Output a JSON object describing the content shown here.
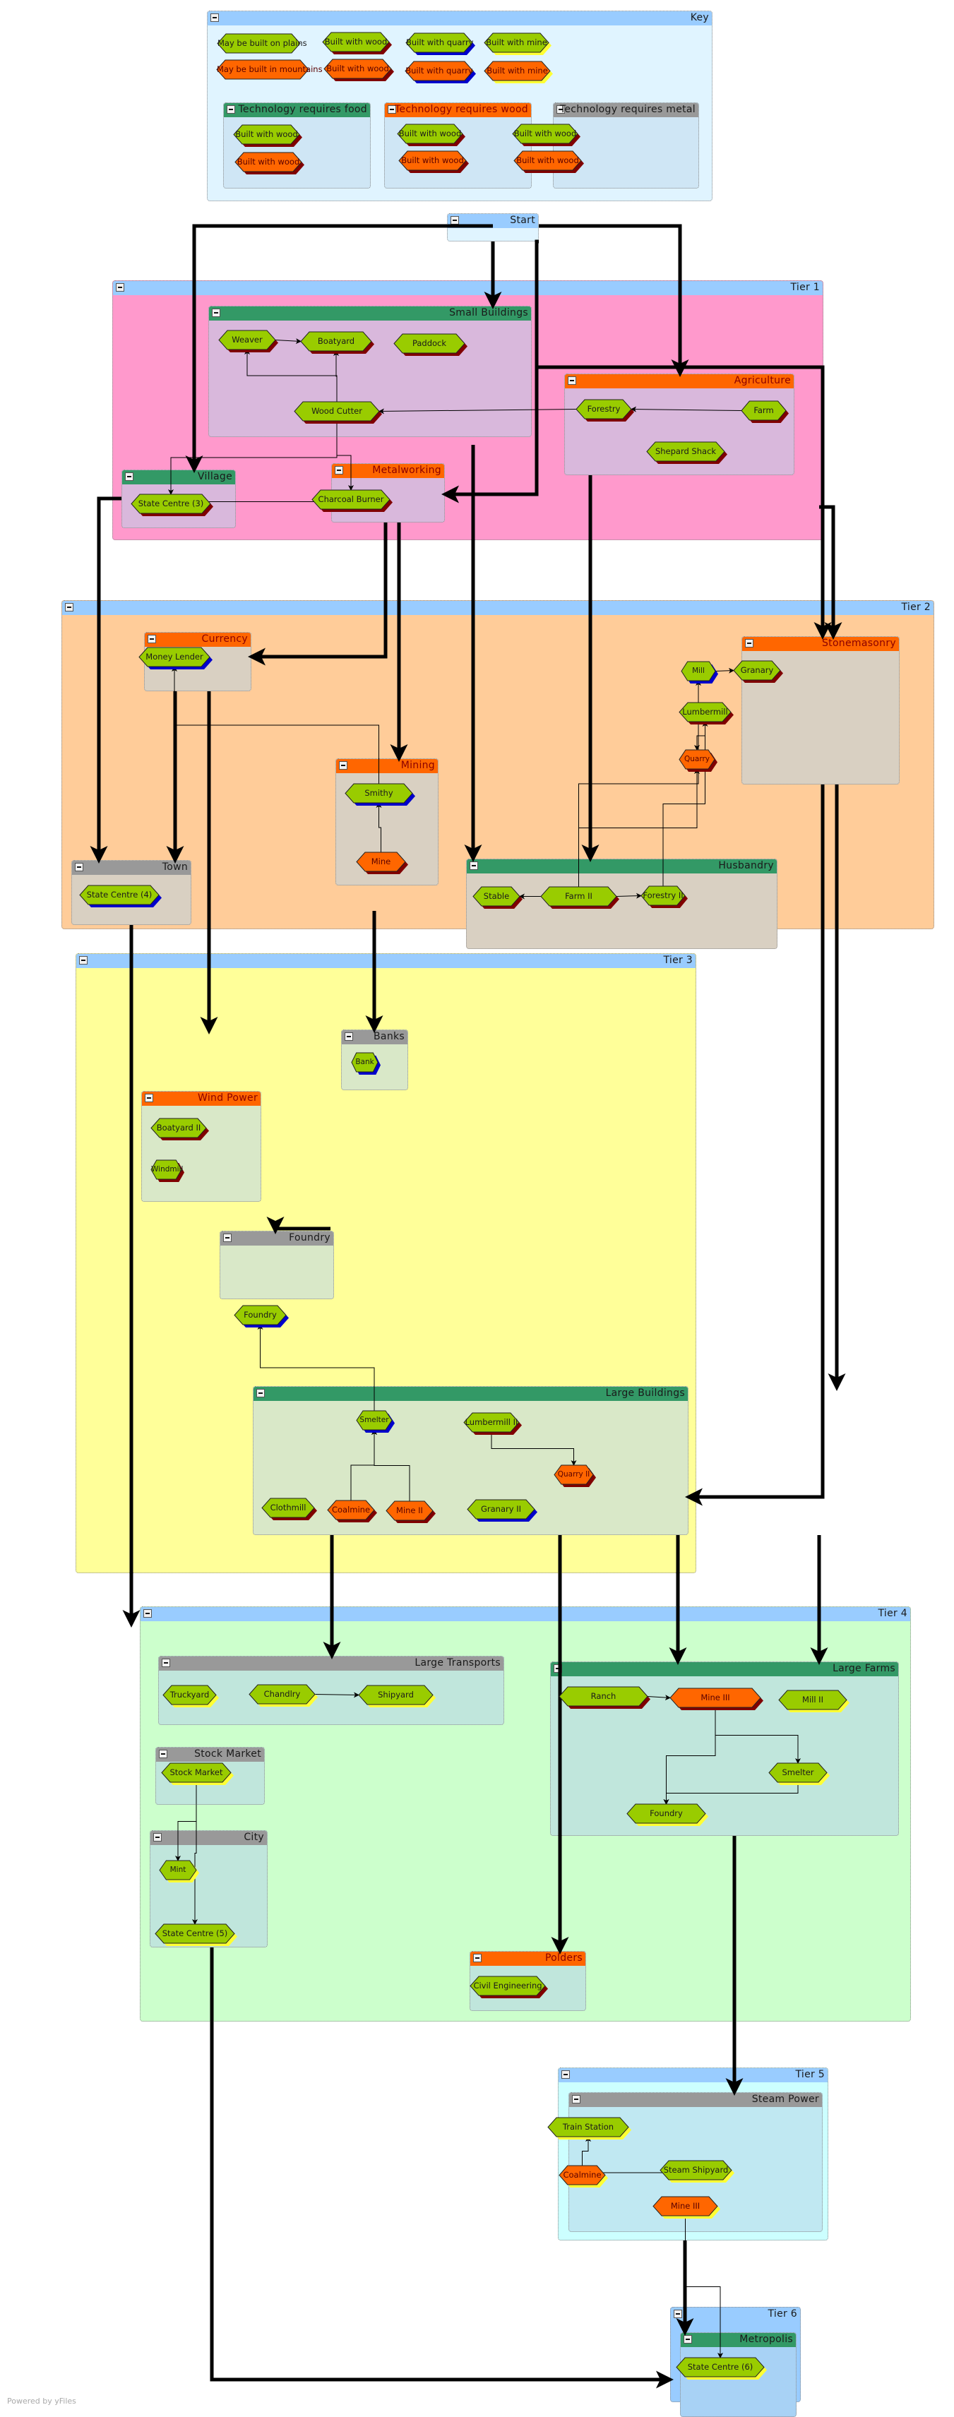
{
  "colors": {
    "tier_header": "#99ccff",
    "key_bg": "#e0f4ff",
    "tier1_bg": "#ff99cc",
    "tier2_bg": "#ffcc99",
    "tier3_bg": "#ffff99",
    "tier4_bg": "#ccffcc",
    "tier5_bg": "#ccffff",
    "tier6_bg": "#99ccff",
    "start_bg": "#e0f4ff",
    "food_header": "#339966",
    "wood_header": "#ff6600",
    "metal_header": "#999999",
    "plains_node": "#99cc00",
    "mountain_node": "#ff6600",
    "shadow_wood": "#800000",
    "shadow_quarry": "#0000cc",
    "shadow_mine": "#ffff33"
  },
  "groups": [
    {
      "id": "key",
      "title": "Key",
      "kind": "tier",
      "bg": "#e0f4ff"
    },
    {
      "id": "key-food",
      "title": "Technology requires food",
      "kind": "food",
      "bg": "#cfe6f5"
    },
    {
      "id": "key-wood",
      "title": "Technology requires wood",
      "kind": "wood",
      "bg": "#cfe6f5"
    },
    {
      "id": "key-metal",
      "title": "Technology requires metal",
      "kind": "metal",
      "bg": "#cfe6f5"
    },
    {
      "id": "start",
      "title": "Start",
      "kind": "tier",
      "bg": "#e0f4ff"
    },
    {
      "id": "tier1",
      "title": "Tier 1",
      "kind": "tier",
      "bg": "#ff99cc"
    },
    {
      "id": "small-buildings",
      "title": "Small Buildings",
      "kind": "food",
      "bg": "#d9b8dc"
    },
    {
      "id": "agriculture",
      "title": "Agriculture",
      "kind": "wood",
      "bg": "#d9b8dc"
    },
    {
      "id": "village",
      "title": "Village",
      "kind": "food",
      "bg": "#d9b8dc"
    },
    {
      "id": "metalworking",
      "title": "Metalworking",
      "kind": "wood",
      "bg": "#d9b8dc"
    },
    {
      "id": "tier2",
      "title": "Tier 2",
      "kind": "tier",
      "bg": "#ffcc99"
    },
    {
      "id": "currency",
      "title": "Currency",
      "kind": "wood",
      "bg": "#d9d0c2"
    },
    {
      "id": "stonemasonry",
      "title": "Stonemasonry",
      "kind": "wood",
      "bg": "#d9d0c2"
    },
    {
      "id": "mining",
      "title": "Mining",
      "kind": "wood",
      "bg": "#d9d0c2"
    },
    {
      "id": "town",
      "title": "Town",
      "kind": "metal",
      "bg": "#d9d0c2"
    },
    {
      "id": "husbandry",
      "title": "Husbandry",
      "kind": "food",
      "bg": "#d9d0c2"
    },
    {
      "id": "tier3",
      "title": "Tier 3",
      "kind": "tier",
      "bg": "#ffff99"
    },
    {
      "id": "banks",
      "title": "Banks",
      "kind": "metal",
      "bg": "#d9e8c8"
    },
    {
      "id": "wind-power",
      "title": "Wind Power",
      "kind": "wood",
      "bg": "#d9e8c8"
    },
    {
      "id": "foundry",
      "title": "Foundry",
      "kind": "metal",
      "bg": "#d9e8c8"
    },
    {
      "id": "large-buildings",
      "title": "Large Buildings",
      "kind": "food",
      "bg": "#d9e8c8"
    },
    {
      "id": "tier4",
      "title": "Tier 4",
      "kind": "tier",
      "bg": "#ccffcc"
    },
    {
      "id": "large-transports",
      "title": "Large Transports",
      "kind": "metal",
      "bg": "#c0e6dc"
    },
    {
      "id": "large-farms",
      "title": "Large Farms",
      "kind": "food",
      "bg": "#c0e6dc"
    },
    {
      "id": "stock-market",
      "title": "Stock Market",
      "kind": "metal",
      "bg": "#c0e6dc"
    },
    {
      "id": "city",
      "title": "City",
      "kind": "metal",
      "bg": "#c0e6dc"
    },
    {
      "id": "polders",
      "title": "Polders",
      "kind": "wood",
      "bg": "#c0e6dc"
    },
    {
      "id": "tier5",
      "title": "Tier 5",
      "kind": "tier",
      "bg": "#ccffff"
    },
    {
      "id": "steam-power",
      "title": "Steam Power",
      "kind": "metal",
      "bg": "#c0e8f2"
    },
    {
      "id": "tier6",
      "title": "Tier 6",
      "kind": "tier",
      "bg": "#99ccff"
    },
    {
      "id": "metropolis",
      "title": "Metropolis",
      "kind": "food",
      "bg": "#a8d2f5"
    }
  ],
  "nodes": [
    {
      "id": "k1",
      "label": "May be built on plains",
      "terrain": "plains",
      "material": "none"
    },
    {
      "id": "k2",
      "label": "May be built in mountains",
      "terrain": "mountain",
      "material": "none"
    },
    {
      "id": "k3",
      "label": "Built with wood",
      "terrain": "plains",
      "material": "wood"
    },
    {
      "id": "k4",
      "label": "Built with wood",
      "terrain": "mountain",
      "material": "wood"
    },
    {
      "id": "k5",
      "label": "Built with quarry",
      "terrain": "plains",
      "material": "quarry"
    },
    {
      "id": "k6",
      "label": "Built with quarry",
      "terrain": "mountain",
      "material": "quarry"
    },
    {
      "id": "k7",
      "label": "Built with mine",
      "terrain": "plains",
      "material": "mine"
    },
    {
      "id": "k8",
      "label": "Built with mine",
      "terrain": "mountain",
      "material": "mine"
    },
    {
      "id": "k9",
      "label": "Built with wood",
      "terrain": "plains",
      "material": "wood"
    },
    {
      "id": "k10",
      "label": "Built with wood",
      "terrain": "mountain",
      "material": "wood"
    },
    {
      "id": "k11",
      "label": "Built with wood",
      "terrain": "plains",
      "material": "wood"
    },
    {
      "id": "k12",
      "label": "Built with wood",
      "terrain": "mountain",
      "material": "wood"
    },
    {
      "id": "k13",
      "label": "Built with wood",
      "terrain": "plains",
      "material": "wood"
    },
    {
      "id": "k14",
      "label": "Built with wood",
      "terrain": "mountain",
      "material": "wood"
    },
    {
      "id": "weaver",
      "label": "Weaver",
      "terrain": "plains",
      "material": "wood"
    },
    {
      "id": "boatyard",
      "label": "Boatyard",
      "terrain": "plains",
      "material": "wood"
    },
    {
      "id": "paddock",
      "label": "Paddock",
      "terrain": "plains",
      "material": "wood"
    },
    {
      "id": "woodcutter",
      "label": "Wood Cutter",
      "terrain": "plains",
      "material": "wood"
    },
    {
      "id": "forestry",
      "label": "Forestry",
      "terrain": "plains",
      "material": "wood"
    },
    {
      "id": "farm",
      "label": "Farm",
      "terrain": "plains",
      "material": "wood"
    },
    {
      "id": "shepard",
      "label": "Shepard Shack",
      "terrain": "plains",
      "material": "wood"
    },
    {
      "id": "statecentre3",
      "label": "State Centre (3)",
      "terrain": "plains",
      "material": "wood"
    },
    {
      "id": "charcoal",
      "label": "Charcoal Burner",
      "terrain": "plains",
      "material": "wood"
    },
    {
      "id": "moneylender",
      "label": "Money Lender",
      "terrain": "plains",
      "material": "quarry"
    },
    {
      "id": "mill",
      "label": "Mill",
      "terrain": "plains",
      "material": "quarry"
    },
    {
      "id": "granary",
      "label": "Granary",
      "terrain": "plains",
      "material": "wood"
    },
    {
      "id": "lumbermill",
      "label": "Lumbermill",
      "terrain": "plains",
      "material": "wood"
    },
    {
      "id": "quarry",
      "label": "Quarry",
      "terrain": "mountain",
      "material": "wood"
    },
    {
      "id": "smithy",
      "label": "Smithy",
      "terrain": "plains",
      "material": "quarry"
    },
    {
      "id": "mine",
      "label": "Mine",
      "terrain": "mountain",
      "material": "wood"
    },
    {
      "id": "statecentre4",
      "label": "State Centre (4)",
      "terrain": "plains",
      "material": "quarry"
    },
    {
      "id": "stable",
      "label": "Stable",
      "terrain": "plains",
      "material": "wood"
    },
    {
      "id": "farm2",
      "label": "Farm II",
      "terrain": "plains",
      "material": "wood"
    },
    {
      "id": "forestry2",
      "label": "Forestry II",
      "terrain": "plains",
      "material": "wood"
    },
    {
      "id": "bank",
      "label": "Bank",
      "terrain": "plains",
      "material": "quarry"
    },
    {
      "id": "boatyard2",
      "label": "Boatyard II",
      "terrain": "plains",
      "material": "wood"
    },
    {
      "id": "windmill",
      "label": "Windmill",
      "terrain": "plains",
      "material": "wood"
    },
    {
      "id": "foundry1",
      "label": "Foundry",
      "terrain": "plains",
      "material": "quarry"
    },
    {
      "id": "smelter",
      "label": "Smelter",
      "terrain": "plains",
      "material": "quarry"
    },
    {
      "id": "lumbermill2",
      "label": "Lumbermill II",
      "terrain": "plains",
      "material": "wood"
    },
    {
      "id": "quarry2",
      "label": "Quarry II",
      "terrain": "mountain",
      "material": "wood"
    },
    {
      "id": "clothmill",
      "label": "Clothmill",
      "terrain": "plains",
      "material": "wood"
    },
    {
      "id": "coalmine",
      "label": "Coalmine",
      "terrain": "mountain",
      "material": "wood"
    },
    {
      "id": "mine2",
      "label": "Mine II",
      "terrain": "mountain",
      "material": "wood"
    },
    {
      "id": "granary2",
      "label": "Granary II",
      "terrain": "plains",
      "material": "quarry"
    },
    {
      "id": "truckyard",
      "label": "Truckyard",
      "terrain": "plains",
      "material": "mine"
    },
    {
      "id": "chandlry",
      "label": "Chandlry",
      "terrain": "plains",
      "material": "mine"
    },
    {
      "id": "shipyard",
      "label": "Shipyard",
      "terrain": "plains",
      "material": "mine"
    },
    {
      "id": "ranch",
      "label": "Ranch",
      "terrain": "plains",
      "material": "wood"
    },
    {
      "id": "mine3",
      "label": "Mine III",
      "terrain": "mountain",
      "material": "wood"
    },
    {
      "id": "mill2",
      "label": "Mill II",
      "terrain": "plains",
      "material": "mine"
    },
    {
      "id": "smelter2",
      "label": "Smelter",
      "terrain": "plains",
      "material": "mine"
    },
    {
      "id": "foundry2",
      "label": "Foundry",
      "terrain": "plains",
      "material": "mine"
    },
    {
      "id": "stockmarket",
      "label": "Stock Market",
      "terrain": "plains",
      "material": "mine"
    },
    {
      "id": "mint",
      "label": "Mint",
      "terrain": "plains",
      "material": "mine"
    },
    {
      "id": "statecentre5",
      "label": "State Centre (5)",
      "terrain": "plains",
      "material": "mine"
    },
    {
      "id": "civileng",
      "label": "Civil Engineering",
      "terrain": "plains",
      "material": "wood"
    },
    {
      "id": "trainstation",
      "label": "Train Station",
      "terrain": "plains",
      "material": "mine"
    },
    {
      "id": "coalmine2",
      "label": "Coalmine",
      "terrain": "mountain",
      "material": "mine"
    },
    {
      "id": "steamshipyard",
      "label": "Steam Shipyard",
      "terrain": "plains",
      "material": "mine"
    },
    {
      "id": "mine3b",
      "label": "Mine III",
      "terrain": "mountain",
      "material": "mine"
    },
    {
      "id": "statecentre6",
      "label": "State Centre (6)",
      "terrain": "plains",
      "material": "mine"
    }
  ],
  "edges_thin": [
    [
      "weaver",
      "boatyard"
    ],
    [
      "woodcutter",
      "boatyard"
    ],
    [
      "woodcutter",
      "weaver"
    ],
    [
      "woodcutter",
      "statecentre3"
    ],
    [
      "charcoal",
      "statecentre3"
    ],
    [
      "woodcutter",
      "charcoal"
    ],
    [
      "farm",
      "forestry"
    ],
    [
      "forestry",
      "woodcutter"
    ],
    [
      "mill",
      "granary"
    ],
    [
      "lumbermill",
      "quarry"
    ],
    [
      "farm2",
      "stable"
    ],
    [
      "farm2",
      "forestry2"
    ],
    [
      "farm2",
      "mill"
    ],
    [
      "farm2",
      "quarry"
    ],
    [
      "forestry2",
      "lumbermill"
    ],
    [
      "mine",
      "smithy"
    ],
    [
      "smithy",
      "moneylender"
    ],
    [
      "ranch",
      "mine3"
    ],
    [
      "mine3",
      "smelter2"
    ],
    [
      "smelter2",
      "foundry2"
    ],
    [
      "mine3",
      "foundry2"
    ],
    [
      "chandlry",
      "shipyard"
    ],
    [
      "stockmarket",
      "mint"
    ],
    [
      "stockmarket",
      "statecentre5"
    ],
    [
      "coalmine",
      "smelter"
    ],
    [
      "mine2",
      "smelter"
    ],
    [
      "lumbermill2",
      "quarry2"
    ],
    [
      "smelter",
      "foundry1"
    ],
    [
      "coalmine2",
      "trainstation"
    ],
    [
      "coalmine2",
      "steamshipyard"
    ],
    [
      "mine3b",
      "statecentre6"
    ]
  ],
  "footer": "Powered by yFiles"
}
